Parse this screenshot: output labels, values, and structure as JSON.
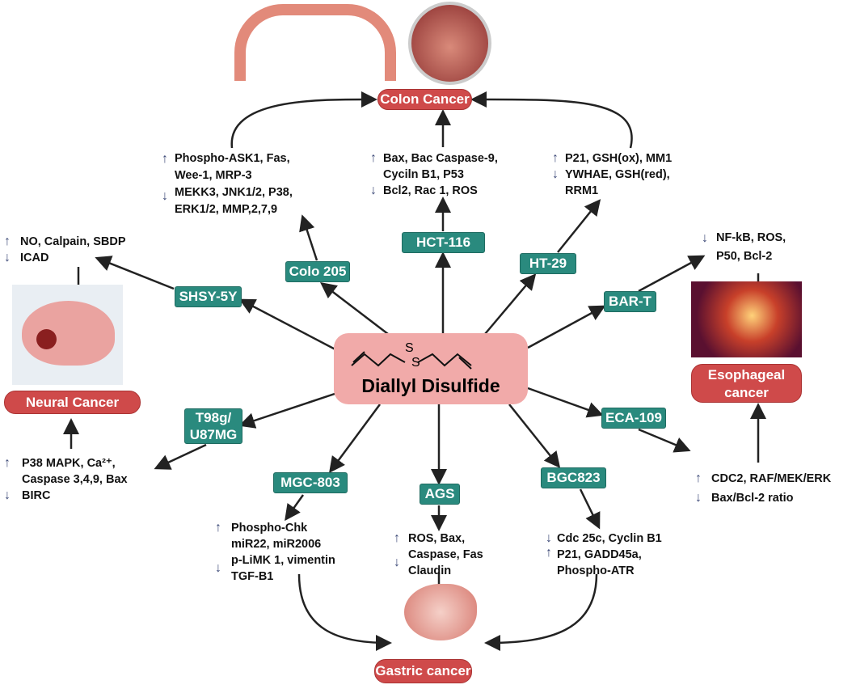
{
  "compound": {
    "name": "Diallyl Disulfide",
    "s1": "S",
    "s2": "S"
  },
  "cancers": {
    "colon": "Colon Cancer",
    "neural": "Neural Cancer",
    "esophageal_1": "Esophageal",
    "esophageal_2": "cancer",
    "gastric": "Gastric cancer"
  },
  "cells": {
    "colo205": "Colo 205",
    "hct116": "HCT-116",
    "ht29": "HT-29",
    "shsy5y": "SHSY-5Y",
    "bart": "BAR-T",
    "t98g_1": "T98g/",
    "t98g_2": "U87MG",
    "eca109": "ECA-109",
    "mgc803": "MGC-803",
    "ags": "AGS",
    "bgc823": "BGC823"
  },
  "effects": {
    "colo205": [
      "Phospho-ASK1, Fas,",
      "Wee-1, MRP-3",
      "MEKK3, JNK1/2, P38,",
      "ERK1/2, MMP,2,7,9"
    ],
    "hct116": [
      "Bax, Bac Caspase-9,",
      "Cyciln B1, P53",
      "Bcl2, Rac 1, ROS"
    ],
    "ht29": [
      "P21, GSH(ox), MM1",
      "YWHAE, GSH(red),",
      "RRM1"
    ],
    "shsy5y": [
      "NO, Calpain, SBDP",
      "ICAD"
    ],
    "bart": [
      "NF-kB, ROS,",
      "P50, Bcl-2"
    ],
    "t98g": [
      "P38 MAPK, Ca²⁺,",
      "Caspase 3,4,9, Bax",
      "BIRC"
    ],
    "eca109": [
      "CDC2, RAF/MEK/ERK",
      "Bax/Bcl-2 ratio"
    ],
    "mgc803": [
      "Phospho-Chk",
      "miR22, miR2006",
      "p-LiMK 1, vimentin",
      "TGF-B1"
    ],
    "ags": [
      "ROS, Bax,",
      "Caspase, Fas",
      "Claudin"
    ],
    "bgc823": [
      "Cdc 25c, Cyclin B1",
      "P21, GADD45a,",
      "Phospho-ATR"
    ]
  },
  "colors": {
    "cell": "#2a8a7e",
    "cancer": "#cf4a4a",
    "center": "#f1aaa9",
    "arrow_indicator": "#3d4a78"
  }
}
